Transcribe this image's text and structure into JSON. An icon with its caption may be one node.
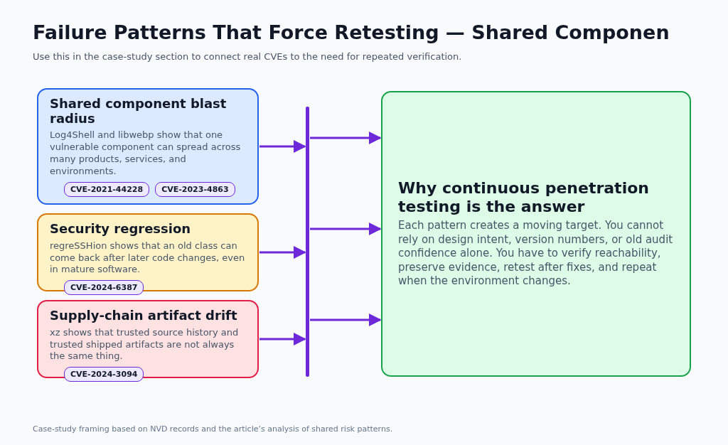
{
  "diagram": {
    "title": "Failure Patterns That Force Retesting — Shared Componen",
    "caption": "Use this in the case-study section to connect real CVEs to the need for repeated verification.",
    "nodes": [
      {
        "text": [
          "Shared component blast radius",
          "Log4Shell and libwebp show that one vulnerable component can spread across many products, services, and environments."
        ]
      },
      {
        "text": [
          "CVE-2021-44228"
        ],
        "in": 0
      },
      {
        "text": [
          "CVE-2023-4863"
        ],
        "in": 0
      },
      {
        "text": [
          "Security regression",
          "regreSSHion shows that an old class can come back after later code changes, even in mature software."
        ]
      },
      {
        "text": [
          "CVE-2024-6387"
        ],
        "in": 3
      },
      {
        "text": [
          "Supply-chain artifact drift",
          "xz shows that trusted source history and trusted shipped artifacts are not always the same thing."
        ]
      },
      {
        "text": [
          "CVE-2024-3094"
        ],
        "in": 5
      },
      {
        "text": [],
        "shape": "bar"
      },
      {
        "text": [
          "Why continuous penetration testing is the answer",
          "Each pattern creates a moving target. You cannot rely on design intent, version numbers, or old audit confidence alone. You have to verify reachability, preserve evidence, retest after fixes, and repeat when the environment changes."
        ]
      }
    ],
    "edges": [
      {
        "from": 0,
        "to": 7,
        "arrow": "to"
      },
      {
        "from": 3,
        "to": 7,
        "arrow": "to"
      },
      {
        "from": 5,
        "to": 7,
        "arrow": "to"
      },
      {
        "from": 7,
        "to": 8,
        "arrow": "to"
      },
      {
        "from": 7,
        "to": 8,
        "arrow": "to"
      },
      {
        "from": 7,
        "to": 8,
        "arrow": "to"
      }
    ],
    "labels": [
      "Case-study framing based on NVD records and the article’s analysis of shared risk patterns."
    ]
  }
}
